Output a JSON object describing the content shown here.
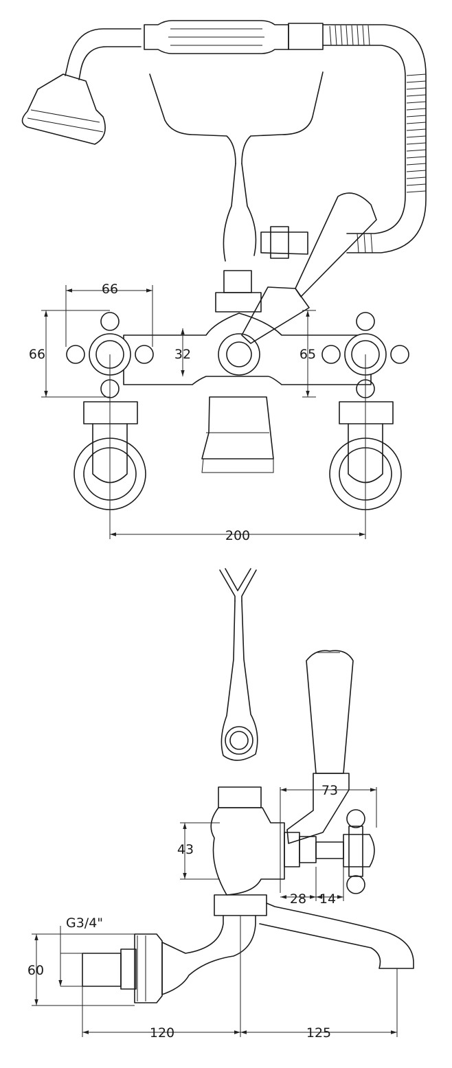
{
  "drawing": {
    "front_view": {
      "dimensions": {
        "handle_width": "66",
        "handle_height": "66",
        "body_height": "32",
        "spout_height": "65",
        "centres": "200"
      }
    },
    "side_view": {
      "dimensions": {
        "lever_reach": "73",
        "body_height": "43",
        "outlet_depth": "28",
        "valve_depth": "14",
        "thread": "G3/4\"",
        "inlet_height": "60",
        "wall_to_centre": "120",
        "spout_projection": "125"
      }
    }
  },
  "colors": {
    "line": "#1a1a1a",
    "background": "#ffffff"
  }
}
